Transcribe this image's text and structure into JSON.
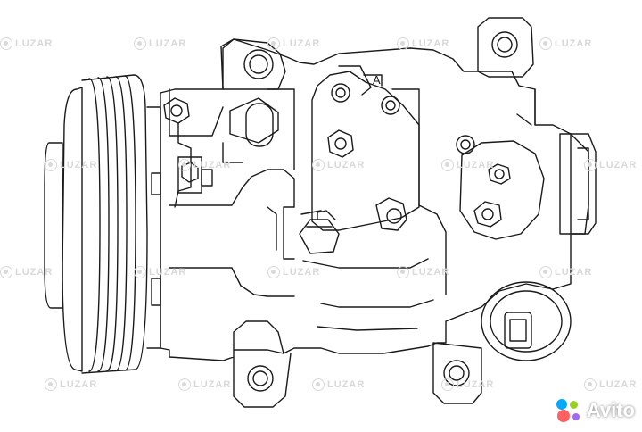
{
  "watermarks": {
    "brand_text": "LUZAR",
    "rows": [
      {
        "name": "watermark-row-1"
      },
      {
        "name": "watermark-row-2"
      },
      {
        "name": "watermark-row-3"
      },
      {
        "name": "watermark-row-4"
      }
    ]
  },
  "diagram": {
    "part_label": "A"
  },
  "avito": {
    "text": "Avito",
    "colors": [
      "#00aaff",
      "#97cf26",
      "#ff6163",
      "#a169f7"
    ]
  },
  "colors": {
    "line": "#1a1a1a",
    "watermark": "#d9d9d9",
    "background": "#ffffff"
  }
}
